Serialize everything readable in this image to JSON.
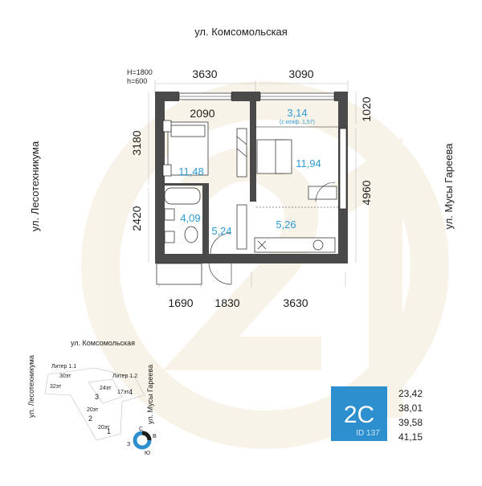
{
  "streets": {
    "top": "ул. Комсомольская",
    "left": "ул. Лесотехникума",
    "right": "ул. Мусы Гареева"
  },
  "window_heights": {
    "h1": "H=1800",
    "h2": "h=600"
  },
  "dimensions": {
    "top_left": "3630",
    "top_right": "3090",
    "bottom_1": "1690",
    "bottom_2": "1830",
    "bottom_3": "3630",
    "left_1": "3180",
    "left_2": "2420",
    "right_1": "1020",
    "right_2": "4960",
    "inner": "2090"
  },
  "rooms": {
    "bedroom": "11,48",
    "living": "11,94",
    "balcony": "3,14",
    "balcony_note": "(с коэф. 1,57)",
    "bathroom": "4,09",
    "hall": "5,24",
    "kitchen": "5,26"
  },
  "site_plan": {
    "street_top": "ул. Комсомольская",
    "street_left": "ул. Лесотехникума",
    "street_right": "ул. Мусы Гареева",
    "liter_1": "Литер 1.1",
    "liter_2": "Литер 1.2",
    "floors_30": "30эт",
    "floors_32": "32эт",
    "floors_24": "24эт",
    "floors_17": "17эт",
    "floors_20a": "20эт",
    "floors_20b": "20эт",
    "section_1": "1",
    "section_2": "2",
    "section_3": "3",
    "section_4": "4"
  },
  "compass": {
    "n": "С",
    "e": "В",
    "s": "Ю",
    "w": "З"
  },
  "badge": {
    "label": "2С",
    "id": "ID 137",
    "color": "#2e8fce"
  },
  "area_summary": [
    "23,42",
    "38,01",
    "39,58",
    "41,15"
  ]
}
